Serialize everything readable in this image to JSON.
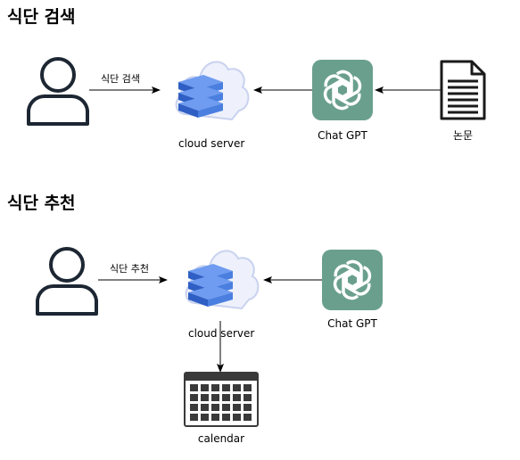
{
  "section1": {
    "title": "식단 검색",
    "edge_label": "식단 검색",
    "server_label": "cloud server",
    "gpt_label": "Chat GPT",
    "paper_label": "논문"
  },
  "section2": {
    "title": "식단 추천",
    "edge_label": "식단 추천",
    "server_label": "cloud server",
    "gpt_label": "Chat GPT",
    "calendar_label": "calendar"
  },
  "colors": {
    "gpt_tile": "#6a9f8e",
    "server_blue": "#4a7fe0",
    "server_blue_dark": "#2f5fc4",
    "cloud_fill": "#eef1fb",
    "cloud_stroke": "#c9d2ef",
    "user_stroke": "#1d2733",
    "calendar_dark": "#3a3a3a"
  }
}
